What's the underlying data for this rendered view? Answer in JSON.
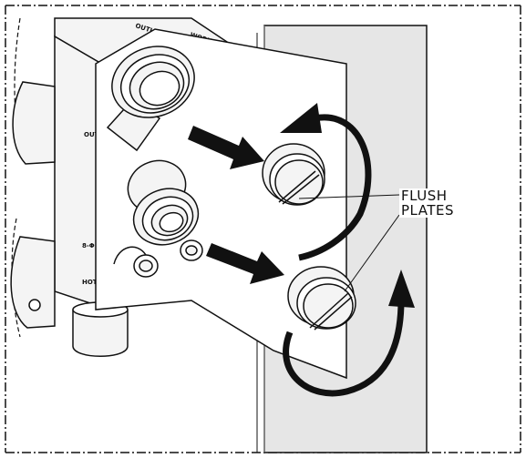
{
  "callout": {
    "line1": "FLUSH",
    "line2": "PLATES"
  },
  "stamped_text": {
    "valve_top_left": "OUTLE",
    "valve_top_right": "WORKS",
    "side_outlet": "OUT",
    "side_flow": "8-Φ",
    "side_hot": "HOT"
  },
  "colors": {
    "line": "#111111",
    "wall": "#e6e6e6",
    "metal": "#f4f4f4"
  },
  "icons": [
    "arrow-icon",
    "rotate-arrow-icon"
  ]
}
